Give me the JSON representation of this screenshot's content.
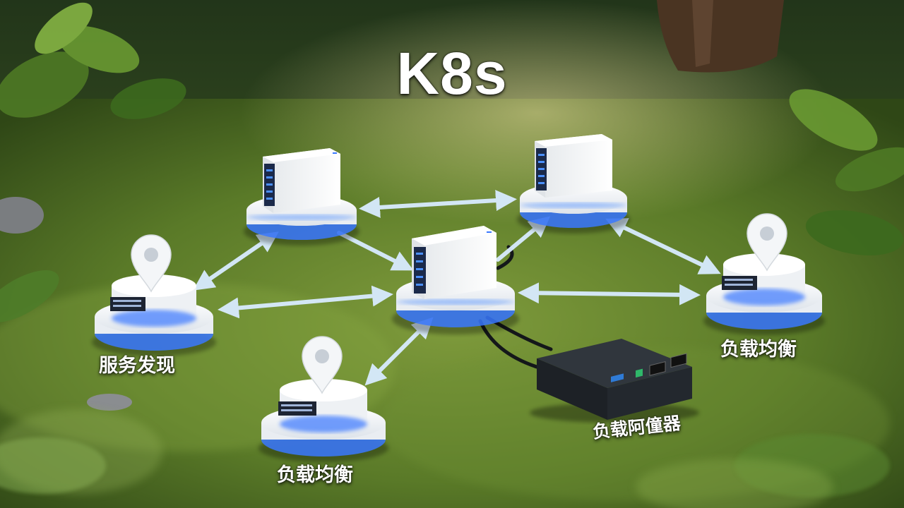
{
  "title": "K8s",
  "labels": {
    "left_node": "服务发现",
    "right_node": "负载均衡",
    "bottom_node": "负载均衡",
    "device": "负载阿僮器"
  },
  "colors": {
    "grass_dark": "#3c5a1c",
    "grass_light": "#7a9a3a",
    "arrow": "#cfe4ff",
    "base_glow": "#3b7bff",
    "server_white": "#f2f4f5",
    "server_panel": "#1b2a4a",
    "device_dark": "#1d2126"
  },
  "icons": [
    "server-icon",
    "location-pin-icon",
    "network-device-icon",
    "double-arrow-icon"
  ]
}
